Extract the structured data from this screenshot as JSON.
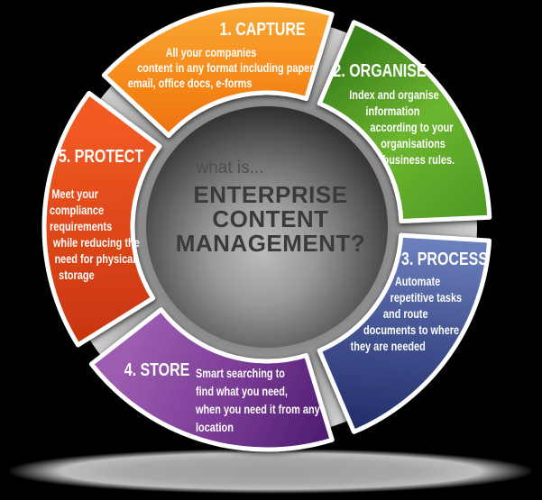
{
  "background": "#000000",
  "text_color": "#ffffff",
  "palette": {
    "disk_inner": "#6a6a6a",
    "disk_mid": "#858585",
    "disk_outer": "#cfcfcf",
    "center_light": "#bcbcbc",
    "center_dark": "#161616",
    "segment_outline": "#ffffff",
    "floor_shadow": "#9e9e9e"
  },
  "center": {
    "intro": "what is...",
    "intro_color": "#4e4e4e",
    "title_color": "#3a3a3a",
    "title_lines": [
      "ENTERPRISE",
      "CONTENT",
      "MANAGEMENT?"
    ]
  },
  "segments": [
    {
      "id": "capture",
      "title": "1. CAPTURE",
      "lines": [
        "All your companies",
        "content in any format including paper,",
        "email, office docs, e-forms"
      ],
      "color_from": "#FAA835",
      "color_mid": "#F68A1B",
      "mid_at": 0.55,
      "color_to": "#EE6F0E",
      "start": 313,
      "end": 377
    },
    {
      "id": "organise",
      "title": "2. ORGANISE",
      "lines": [
        "Index and organise",
        "information",
        "according to your",
        "organisations",
        "business rules."
      ],
      "color_from": "#3E831C",
      "color_mid": "#6CB52F",
      "mid_at": 0.45,
      "color_to": "#4C9723",
      "start": 23,
      "end": 87.5
    },
    {
      "id": "process",
      "title": "3. PROCESS",
      "lines": [
        "Automate",
        "repetitive tasks",
        "and route",
        "documents to where",
        "they are needed"
      ],
      "color_from": "#6B7FBC",
      "color_mid": "#445492",
      "mid_at": 0.45,
      "color_to": "#1F2B66",
      "start": 93.5,
      "end": 157
    },
    {
      "id": "store",
      "title": "4. STORE",
      "lines": [
        "Smart searching to",
        "find what you need,",
        "when you need it from any",
        "location"
      ],
      "color_from": "#9C5DB0",
      "color_mid": "#7A3B95",
      "mid_at": 0.5,
      "color_to": "#4A1A6C",
      "start": 163,
      "end": 232
    },
    {
      "id": "protect",
      "title": "5. PROTECT",
      "lines": [
        "Meet your",
        "compliance",
        "requirements",
        "while reducing the",
        "need for physical",
        "storage"
      ],
      "color_from": "#F15A23",
      "color_to": "#C5310E",
      "start": 238,
      "end": 307
    }
  ]
}
